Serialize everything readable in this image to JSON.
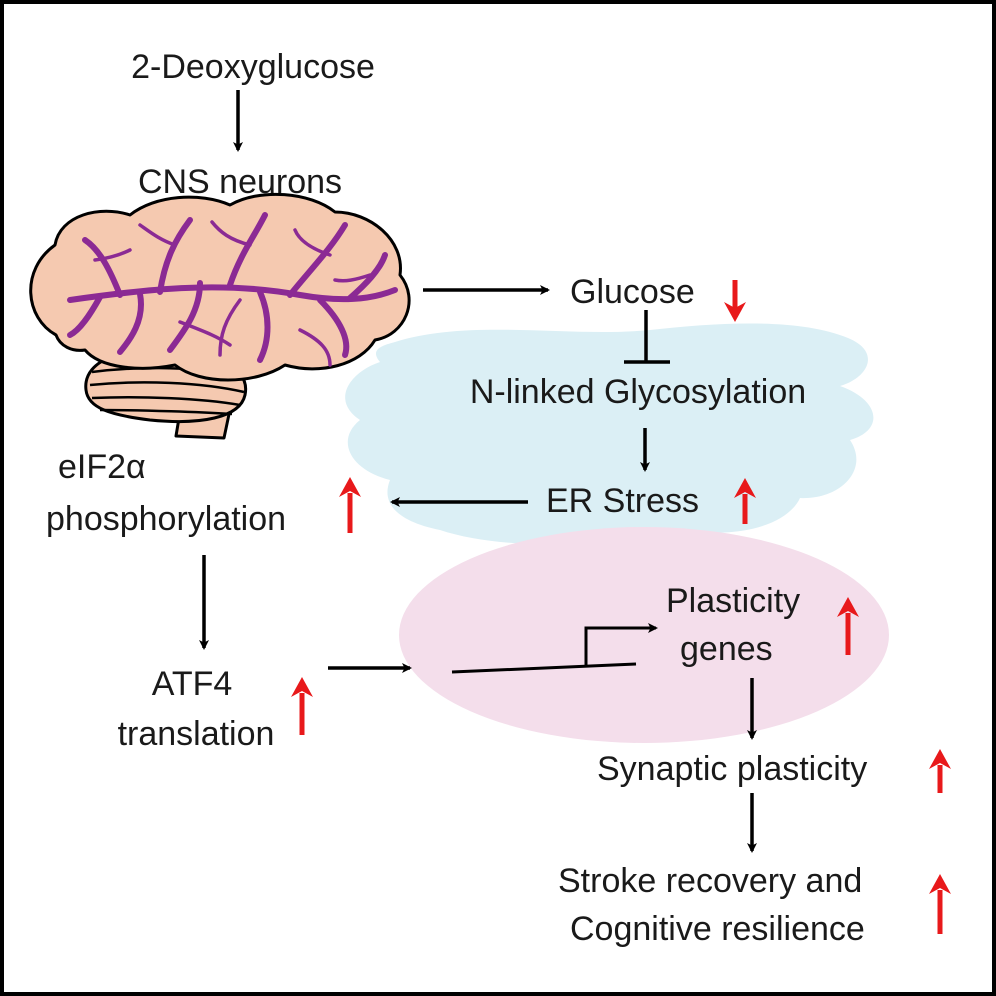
{
  "colors": {
    "border": "#000000",
    "arrow": "#000000",
    "up_arrow": "#e8191b",
    "er_cloud": "#dbeff5",
    "nucleus": "#f4deeb",
    "brain_fill": "#f5c9b0",
    "brain_vessels": "#8b2a94",
    "brain_outline": "#000000"
  },
  "nodes": {
    "deoxyglucose": "2-Deoxyglucose",
    "cns_neurons": "CNS neurons",
    "glucose": "Glucose",
    "glycosylation": "N-linked Glycosylation",
    "er_stress": "ER Stress",
    "eif2a_line1": "eIF2α",
    "eif2a_line2": "phosphorylation",
    "atf4_line1": "ATF4",
    "atf4_line2": "translation",
    "plasticity_genes_line1": "Plasticity",
    "plasticity_genes_line2": "genes",
    "synaptic_plasticity": "Synaptic plasticity",
    "stroke_line1": "Stroke recovery and",
    "stroke_line2": "Cognitive resilience"
  },
  "icons": {
    "brain": "brain-icon",
    "gene_promoter": "gene-promoter-icon"
  },
  "regulation": {
    "glucose": "down",
    "er_stress": "up",
    "eif2a": "up",
    "atf4": "up",
    "plasticity_genes": "up",
    "synaptic_plasticity": "up",
    "stroke_recovery": "up"
  }
}
